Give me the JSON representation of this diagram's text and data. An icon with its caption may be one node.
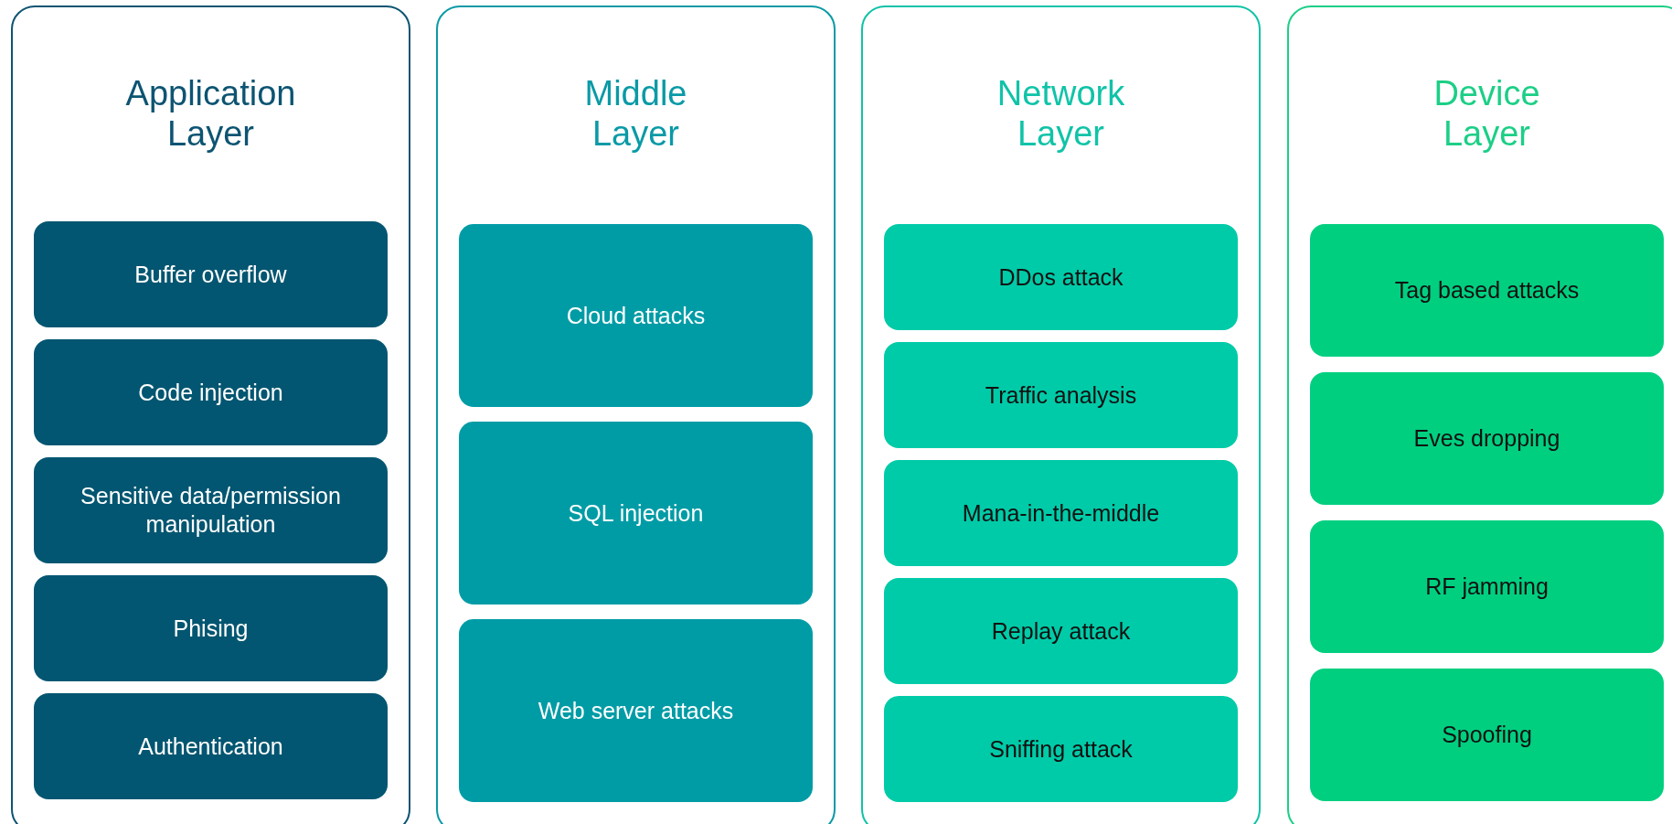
{
  "diagram": {
    "nodes": [
      {
        "text": [
          "Application Layer"
        ]
      },
      {
        "text": [
          "Buffer overflow"
        ],
        "in": 0
      },
      {
        "text": [
          "Code injection"
        ],
        "in": 0
      },
      {
        "text": [
          "Sensitive data/permission manipulation"
        ],
        "in": 0
      },
      {
        "text": [
          "Phising"
        ],
        "in": 0
      },
      {
        "text": [
          "Authentication"
        ],
        "in": 0
      },
      {
        "text": [
          "Middle Layer"
        ]
      },
      {
        "text": [
          "Cloud attacks"
        ],
        "in": 6
      },
      {
        "text": [
          "SQL injection"
        ],
        "in": 6
      },
      {
        "text": [
          "Web server attacks"
        ],
        "in": 6
      },
      {
        "text": [
          "Network Layer"
        ]
      },
      {
        "text": [
          "DDos attack"
        ],
        "in": 10
      },
      {
        "text": [
          "Traffic analysis"
        ],
        "in": 10
      },
      {
        "text": [
          "Mana-in-the-middle"
        ],
        "in": 10
      },
      {
        "text": [
          "Replay attack"
        ],
        "in": 10
      },
      {
        "text": [
          "Sniffing attack"
        ],
        "in": 10
      },
      {
        "text": [
          "Device Layer"
        ]
      },
      {
        "text": [
          "Tag based attacks"
        ],
        "in": 16
      },
      {
        "text": [
          "Eves dropping"
        ],
        "in": 16
      },
      {
        "text": [
          "RF jamming"
        ],
        "in": 16
      },
      {
        "text": [
          "Spoofing"
        ],
        "in": 16
      }
    ]
  }
}
